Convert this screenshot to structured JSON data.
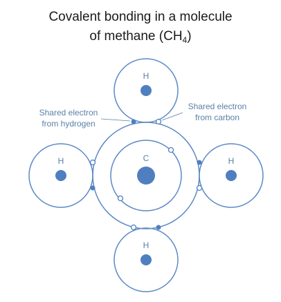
{
  "title": {
    "line1": "Covalent bonding in a molecule",
    "line2_prefix": "of methane (CH",
    "line2_subscript": "4",
    "line2_suffix": ")"
  },
  "atoms": {
    "carbon": "C",
    "hydrogen_top": "H",
    "hydrogen_left": "H",
    "hydrogen_right": "H",
    "hydrogen_bottom": "H"
  },
  "annotations": {
    "shared_from_hydrogen": [
      "Shared electron",
      "from hydrogen"
    ],
    "shared_from_carbon": [
      "Shared electron",
      "from carbon"
    ]
  },
  "legend_colors": {
    "electron_from_hydrogen": "#4f7fc0",
    "electron_from_carbon": "#ffffff",
    "shell": "#5a88c6"
  }
}
